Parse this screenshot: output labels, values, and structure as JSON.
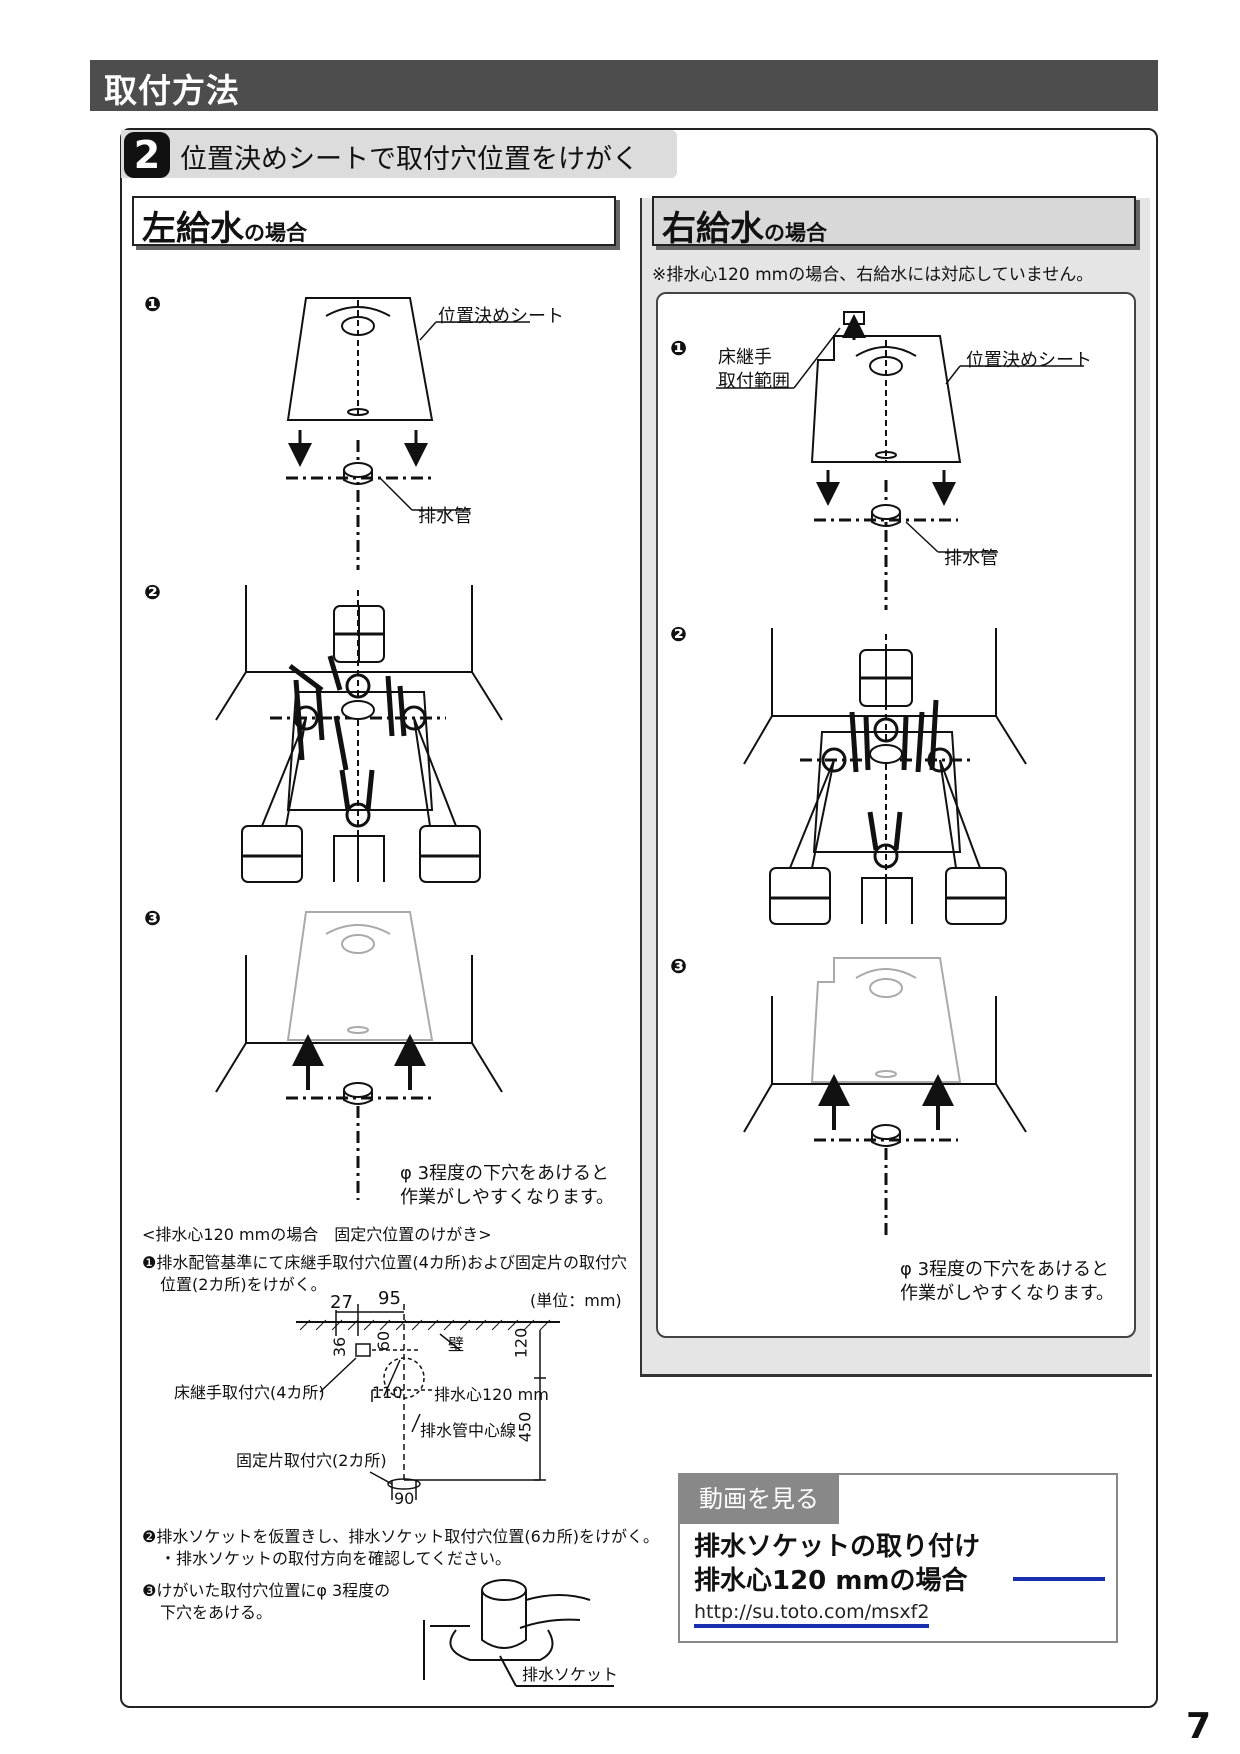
{
  "header": {
    "title": "取付方法"
  },
  "step": {
    "number": "2",
    "title": "位置決めシートで取付穴位置をけがく"
  },
  "left": {
    "title": "左給水",
    "title_suffix": "の場合",
    "markers": [
      "❶",
      "❷",
      "❸"
    ],
    "labels": {
      "sheet": "位置決めシート",
      "drain": "排水管"
    },
    "hint_line1": "φ 3程度の下穴をあけると",
    "hint_line2": "作業がしやすくなります。",
    "sub_title": "<排水心120 mmの場合　固定穴位置のけがき>",
    "step1_line1": "❶排水配管基準にて床継手取付穴位置(4カ所)および固定片の取付穴",
    "step1_line2": "位置(2カ所)をけがく。",
    "unit": "(単位：mm)",
    "dims": {
      "d27": "27",
      "d95": "95",
      "d36": "36",
      "d60": "60",
      "d120": "120",
      "d110": "110",
      "d450": "450",
      "d90": "90"
    },
    "dim_labels": {
      "wall": "壁",
      "floor_holes": "床継手取付穴(4カ所)",
      "drain_center": "排水心120 mm",
      "drain_center_line": "排水管中心線",
      "fix_holes": "固定片取付穴(2カ所)"
    },
    "step2_line1": "❷排水ソケットを仮置きし、排水ソケット取付穴位置(6カ所)をけがく。",
    "step2_line2": "・排水ソケットの取付方向を確認してください。",
    "step3_line1": "❸けがいた取付穴位置にφ 3程度の",
    "step3_line2": "下穴をあける。",
    "socket_label": "排水ソケット"
  },
  "right": {
    "title": "右給水",
    "title_suffix": "の場合",
    "note": "※排水心120 mmの場合、右給水には対応していません。",
    "markers": [
      "❶",
      "❷",
      "❸"
    ],
    "labels": {
      "joint_line1": "床継手",
      "joint_line2": "取付範囲",
      "sheet": "位置決めシート",
      "drain": "排水管"
    },
    "hint_line1": "φ 3程度の下穴をあけると",
    "hint_line2": "作業がしやすくなります。"
  },
  "video": {
    "tab": "動画を見る",
    "title_line1": "排水ソケットの取り付け",
    "title_line2": "排水心120 mmの場合",
    "url": "http://su.toto.com/msxf2"
  },
  "page_number": "7"
}
